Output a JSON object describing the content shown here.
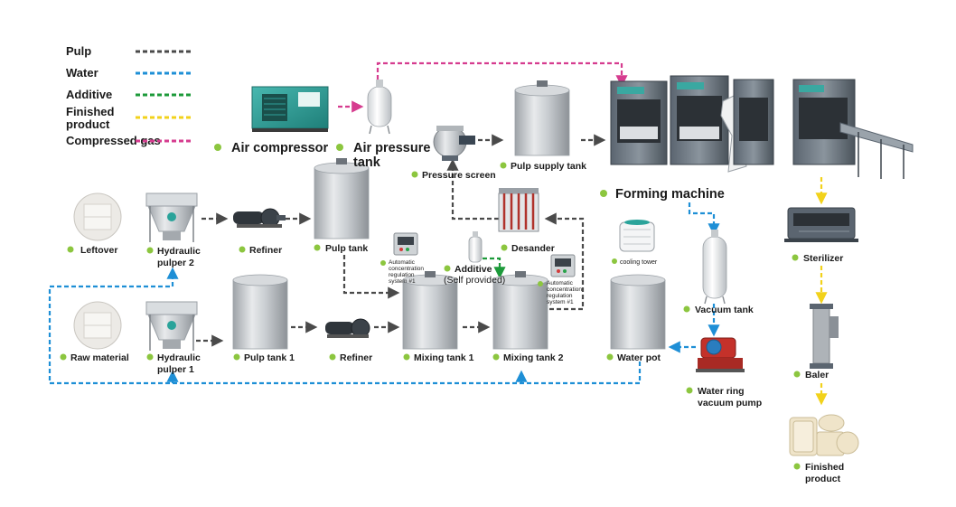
{
  "legend": [
    {
      "label": "Pulp",
      "color": "#4a4a4a"
    },
    {
      "label": "Water",
      "color": "#1e8fd6"
    },
    {
      "label": "Additive",
      "color": "#1d9a3a"
    },
    {
      "label": "Finished product",
      "color": "#f2d21b"
    },
    {
      "label": "Compressed gas",
      "color": "#d63c8f"
    }
  ],
  "colors": {
    "pulp": "#4a4a4a",
    "water": "#1e8fd6",
    "additive": "#1d9a3a",
    "finished": "#f2d21b",
    "gas": "#d63c8f",
    "dot": "#8cc63f",
    "machine": "#2f8c8a"
  },
  "labels": {
    "air_compressor": "Air compressor",
    "air_pressure_tank_1": "Air pressure",
    "air_pressure_tank_2": "tank",
    "pressure_screen": "Pressure screen",
    "pulp_supply_tank": "Pulp supply tank",
    "forming_machine": "Forming machine",
    "leftover": "Leftover",
    "hydraulic_pulper_2_1": "Hydraulic",
    "hydraulic_pulper_2_2": "pulper 2",
    "refiner_top": "Refiner",
    "pulp_tank": "Pulp tank",
    "acrs1_1": "Automatic",
    "acrs1_2": "concentration",
    "acrs1_3": "regulation",
    "acrs1_4": "system #1",
    "additive_1": "Additive",
    "additive_2": "(Self provided)",
    "desander": "Desander",
    "acrs2_1": "Automatic",
    "acrs2_2": "concentration",
    "acrs2_3": "regulation",
    "acrs2_4": "system #1",
    "cooling_tower": "cooling tower",
    "vacuum_tank": "Vacuum tank",
    "raw_material": "Raw material",
    "hydraulic_pulper_1_1": "Hydraulic",
    "hydraulic_pulper_1_2": "pulper 1",
    "pulp_tank_1": "Pulp tank 1",
    "refiner_bottom": "Refiner",
    "mixing_tank_1": "Mixing tank 1",
    "mixing_tank_2": "Mixing tank 2",
    "water_pot": "Water pot",
    "water_ring_1": "Water ring",
    "water_ring_2": "vacuum pump",
    "sterilizer": "Sterilizer",
    "baler": "Baler",
    "finished_product_1": "Finished",
    "finished_product_2": "product"
  }
}
